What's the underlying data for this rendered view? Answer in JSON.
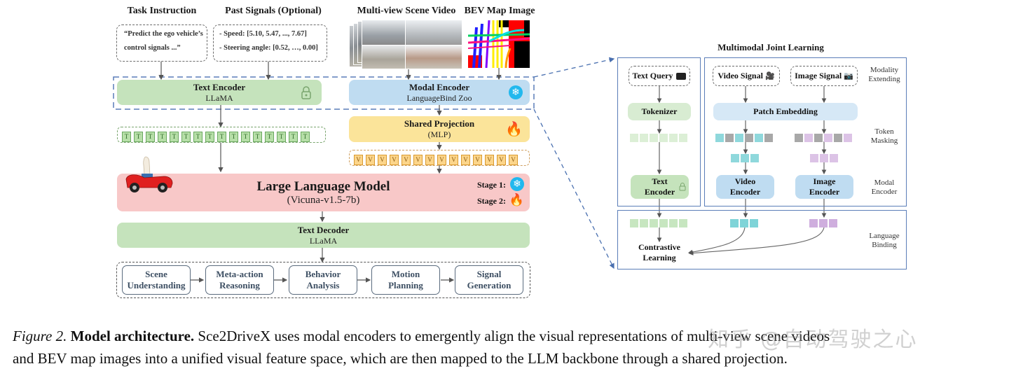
{
  "inputs": {
    "task_instruction": {
      "header": "Task Instruction",
      "line1": "“Predict the ego vehicle’s",
      "line2": "control signals ...”"
    },
    "past_signals": {
      "header": "Past Signals (Optional)",
      "line1": "- Speed: [5.10, 5.47, ..., 7.67]",
      "line2": "- Steering angle: [0.52, …, 0.00]"
    },
    "scene_video": {
      "header": "Multi-view Scene Video"
    },
    "bev_map": {
      "header": "BEV Map Image"
    }
  },
  "encoders": {
    "text_encoder": {
      "title": "Text Encoder",
      "sub": "LLaMA",
      "icon": "lock-icon"
    },
    "modal_encoder": {
      "title": "Modal Encoder",
      "sub": "LanguageBind Zoo",
      "icon": "snowflake-icon"
    }
  },
  "text_tokens": {
    "label": "T",
    "count": 16
  },
  "shared_projection": {
    "title": "Shared Projection",
    "sub": "(MLP)",
    "icon": "fire-icon"
  },
  "visual_tokens": {
    "label": "V",
    "count": 14
  },
  "llm": {
    "title": "Large Language Model",
    "sub": "(Vicuna-v1.5-7b)",
    "stage1": "Stage 1:",
    "stage2": "Stage 2:",
    "stage1_icon": "snowflake-icon",
    "stage2_icon": "fire-icon"
  },
  "text_decoder": {
    "title": "Text Decoder",
    "sub": "LLaMA"
  },
  "pipeline": [
    {
      "line1": "Scene",
      "line2": "Understanding"
    },
    {
      "line1": "Meta-action",
      "line2": "Reasoning"
    },
    {
      "line1": "Behavior",
      "line2": "Analysis"
    },
    {
      "line1": "Motion",
      "line2": "Planning"
    },
    {
      "line1": "Signal",
      "line2": "Generation"
    }
  ],
  "joint_learning": {
    "title": "Multimodal Joint Learning",
    "text_query": "Text Query",
    "video_signal": "Video Signal",
    "image_signal": "Image Signal",
    "tokenizer": "Tokenizer",
    "patch_embedding": "Patch Embedding",
    "text_encoder": {
      "line1": "Text",
      "line2": "Encoder"
    },
    "video_encoder": {
      "line1": "Video",
      "line2": "Encoder"
    },
    "image_encoder": {
      "line1": "Image",
      "line2": "Encoder"
    },
    "contrastive": {
      "line1": "Contrastive",
      "line2": "Learning"
    },
    "side_labels": {
      "modality": {
        "line1": "Modality",
        "line2": "Extending"
      },
      "masking": {
        "line1": "Token",
        "line2": "Masking"
      },
      "modal_encoder": {
        "line1": "Modal",
        "line2": "Encoder"
      },
      "binding": {
        "line1": "Language",
        "line2": "Binding"
      }
    }
  },
  "colors": {
    "green": "#c5e3bc",
    "blue": "#bfdcf1",
    "yellow": "#fbe49a",
    "pink": "#f8c8c8",
    "panel_border": "#5a7db8",
    "text_token": "#c7e6c0",
    "video_token": "#8fd8dc",
    "image_token": "#dcc3e6",
    "masked_token": "#a8a8a8"
  },
  "caption": {
    "fig": "Figure 2.",
    "bold": "Model architecture.",
    "line1_rest": "Sce2DriveX uses modal encoders to emergently align the visual representations of multi-view scene videos",
    "line2": "and BEV map images into a unified visual feature space, which are then mapped to the LLM backbone through a shared projection."
  },
  "watermark": "知乎 @自动驾驶之心"
}
